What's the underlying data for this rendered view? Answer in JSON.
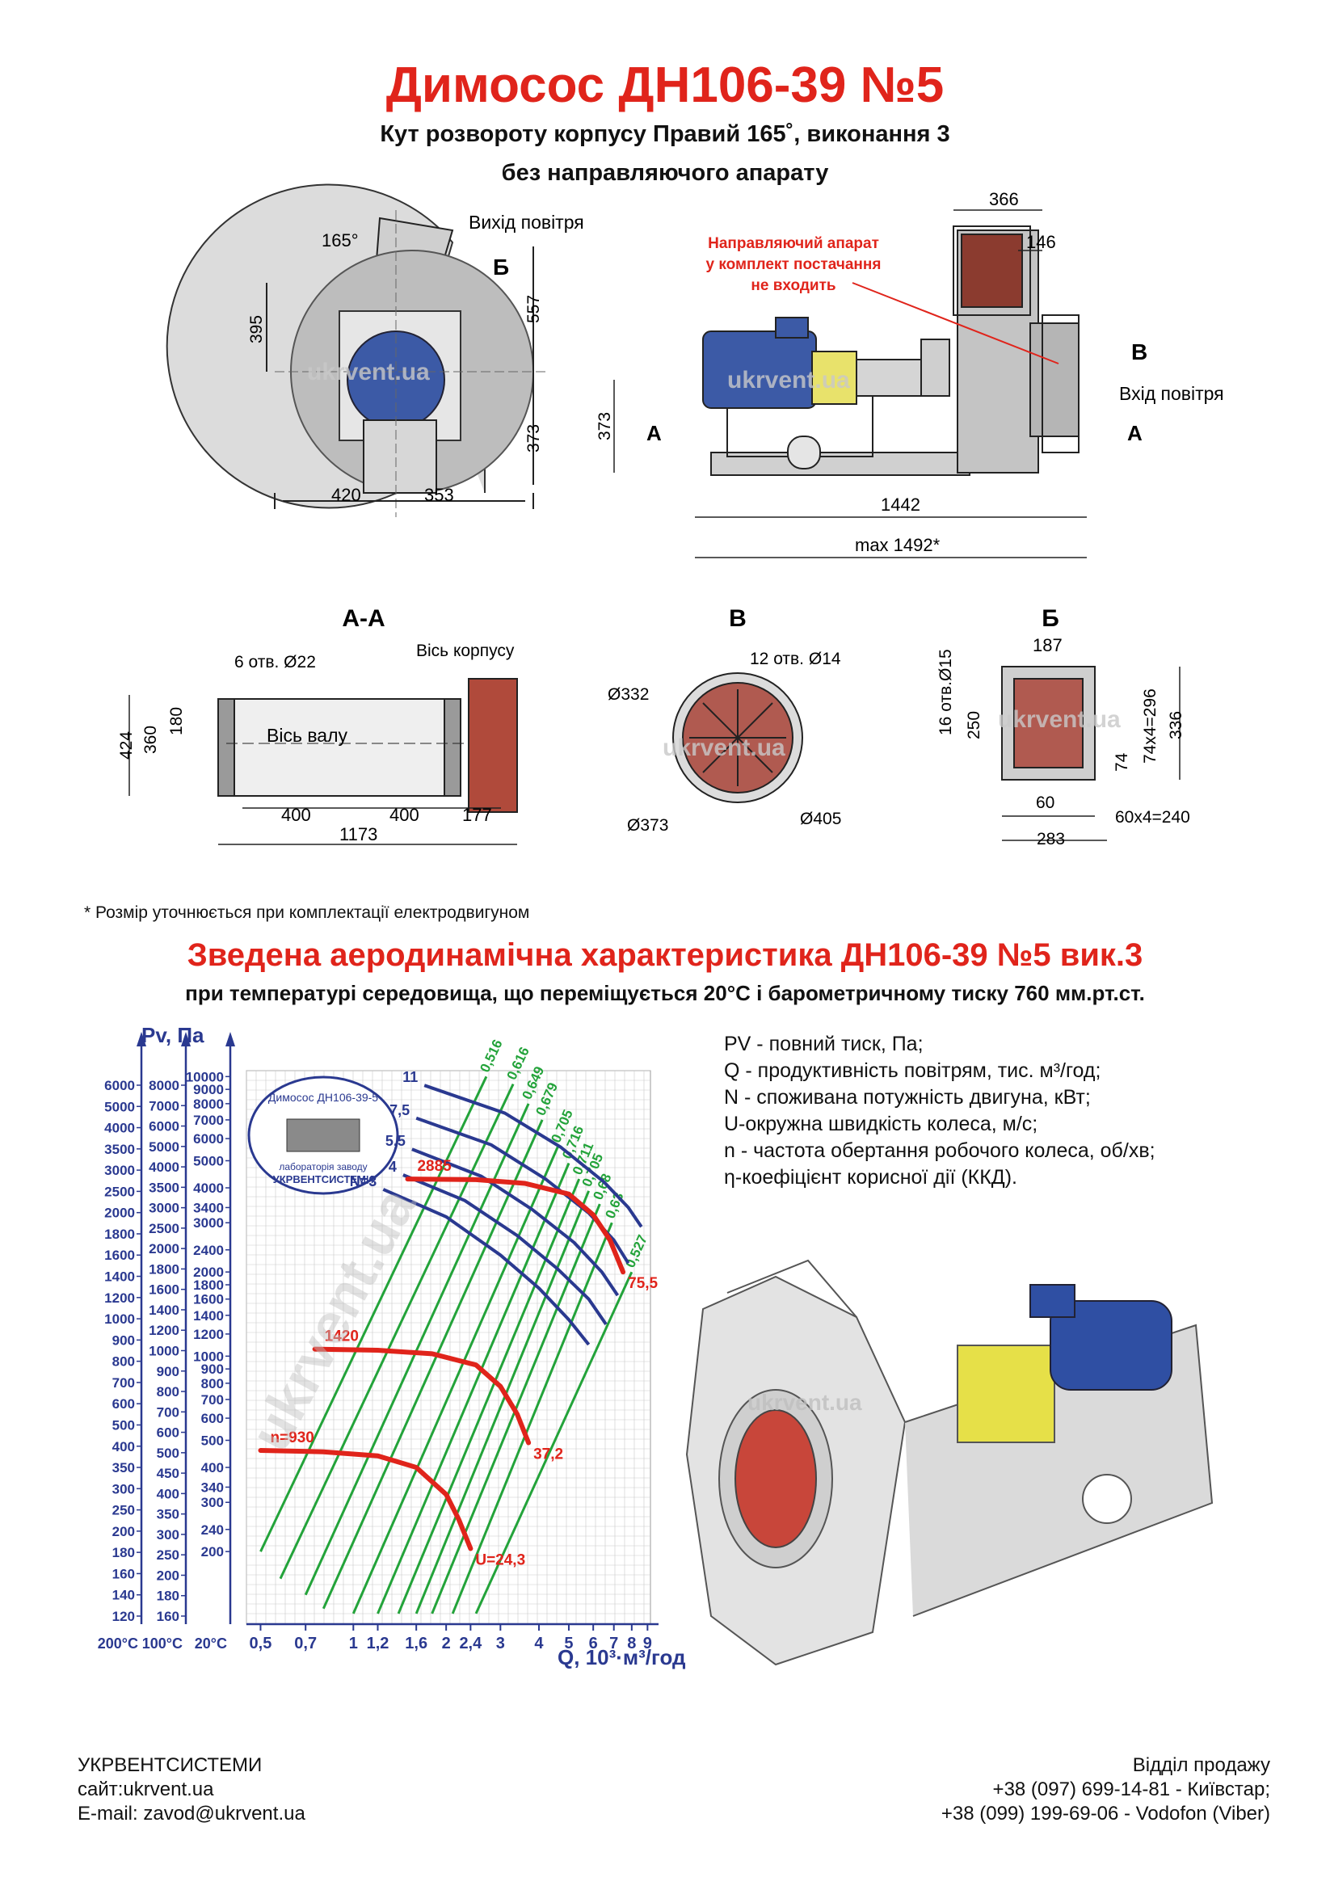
{
  "header": {
    "title": "Димосос  ДН106-39 №5",
    "subtitle_line1": "Кут розвороту корпусу Правий 165˚, виконання 3",
    "subtitle_line2": "без направляючого апарату"
  },
  "drawing_top": {
    "angle_label": "165°",
    "air_outlet_label": "Вихід повітря",
    "section_b_mark": "Б",
    "dim_395": "395",
    "dim_557": "557",
    "dim_373_left": "373",
    "dim_420": "420",
    "dim_353": "353",
    "watermark": "ukrvent.ua",
    "guide_note_line1": "Направляючий апарат",
    "guide_note_line2": "у комплект постачання",
    "guide_note_line3": "не входить",
    "dim_366": "366",
    "dim_146": "146",
    "section_v_mark": "В",
    "air_inlet_label": "Вхід повітря",
    "section_a_mark": "А",
    "dim_373_side": "373",
    "dim_1442": "1442",
    "dim_max": "max 1492*"
  },
  "sections": {
    "aa_title": "А-А",
    "holes_22": "6 отв. Ø22",
    "body_axis": "Вісь корпусу",
    "shaft_axis": "Вісь валу",
    "dim_424": "424",
    "dim_360": "360",
    "dim_180": "180",
    "dim_400a": "400",
    "dim_400b": "400",
    "dim_177": "177",
    "dim_1173": "1173",
    "v_title": "В",
    "holes_14": "12 отв. Ø14",
    "d332": "Ø332",
    "d373": "Ø373",
    "d405": "Ø405",
    "b_title": "Б",
    "holes_15": "16 отв.Ø15",
    "dim_187": "187",
    "dim_250": "250",
    "dim_74x4": "74x4=296",
    "dim_336": "336",
    "dim_74": "74",
    "dim_60": "60",
    "dim_60x4": "60x4=240",
    "dim_283": "283"
  },
  "footnote": "* Розмір уточнюється при комплектації електродвигуном",
  "characteristic": {
    "title": "Зведена аеродинамічна характеристика ДН106-39 №5 вик.3",
    "subtitle": "при температурі середовища, що переміщується 20°С і барометричному тиску 760 мм.рт.ст.",
    "logo_line1": "Димосос ДН106-39-5",
    "logo_line2": "лабораторія заводу",
    "logo_line3": "УКРВЕНТСИСТЕМИ"
  },
  "legend": [
    "PV - повний тиск, Па;",
    "Q - продуктивність повітрям, тис. м³/год;",
    "N - споживана потужність двигуна, кВт;",
    "U-окружна швидкість колеса, м/с;",
    "n - частота обертання робочого колеса, об/хв;",
    "η-коефіцієнт корисної дії (ККД)."
  ],
  "chart_data": {
    "type": "line",
    "title": "",
    "xlabel": "Q, 10³·м³/год",
    "ylabel": "Pv, Па",
    "x_scale": "log",
    "y_scale": "log",
    "xlim": [
      0.45,
      9.2
    ],
    "ylim": [
      110,
      10500
    ],
    "x_ticks": [
      "0,5",
      "0,7",
      "1",
      "1,2",
      "1,6",
      "2",
      "2,4",
      "3",
      "4",
      "5",
      "6",
      "7",
      "8",
      "9"
    ],
    "x_tick_values": [
      0.5,
      0.7,
      1,
      1.2,
      1.6,
      2,
      2.4,
      3,
      4,
      5,
      6,
      7,
      8,
      9
    ],
    "y_axis_20_label": "20°C",
    "y_axis_100_label": "100°C",
    "y_axis_200_label": "200°C",
    "y_ticks_20": [
      10000,
      9000,
      8000,
      7000,
      6000,
      5000,
      4000,
      3400,
      3000,
      2400,
      2000,
      1800,
      1600,
      1400,
      1200,
      1000,
      900,
      800,
      700,
      600,
      500,
      400,
      340,
      300,
      240,
      200
    ],
    "y_ticks_100": [
      "8000",
      "7000",
      "6000",
      "5000",
      "4000",
      "3500",
      "3000",
      "2500",
      "2000",
      "1800",
      "1600",
      "1400",
      "1200",
      "1000",
      "900",
      "800",
      "700",
      "600",
      "500",
      "450",
      "400",
      "350",
      "300",
      "250",
      "200",
      "180",
      "160"
    ],
    "y_ticks_200": [
      "6000",
      "5000",
      "4000",
      "3500",
      "3000",
      "2500",
      "2000",
      "1800",
      "1600",
      "1400",
      "1200",
      "1000",
      "900",
      "800",
      "700",
      "600",
      "500",
      "400",
      "350",
      "300",
      "250",
      "200",
      "180",
      "160",
      "140",
      "120"
    ],
    "speed_curves": [
      {
        "name": "n=930",
        "end_label": "U=24,3",
        "x": [
          0.5,
          0.8,
          1.2,
          1.6,
          2.0,
          2.2,
          2.4
        ],
        "y": [
          460,
          455,
          440,
          400,
          320,
          260,
          205
        ]
      },
      {
        "name": "1420",
        "end_label": "37,2",
        "x": [
          0.75,
          1.2,
          1.8,
          2.5,
          3.0,
          3.4,
          3.7
        ],
        "y": [
          1060,
          1050,
          1020,
          930,
          780,
          620,
          490
        ]
      },
      {
        "name": "2885",
        "end_label": "75,5",
        "x": [
          1.5,
          2.5,
          3.6,
          5.0,
          6.0,
          6.8,
          7.5
        ],
        "y": [
          4300,
          4280,
          4150,
          3800,
          3200,
          2600,
          2000
        ]
      }
    ],
    "power_curves": [
      {
        "name": "N=3",
        "x": [
          1.25,
          2.0,
          3.0,
          4.0,
          5.0,
          5.8
        ],
        "y": [
          3950,
          3150,
          2300,
          1750,
          1350,
          1100
        ]
      },
      {
        "name": "4",
        "x": [
          1.45,
          2.3,
          3.4,
          4.6,
          5.8,
          6.6
        ],
        "y": [
          4450,
          3600,
          2700,
          2050,
          1600,
          1300
        ]
      },
      {
        "name": "5,5",
        "x": [
          1.55,
          2.6,
          3.8,
          5.2,
          6.4,
          7.2
        ],
        "y": [
          5500,
          4400,
          3350,
          2550,
          2000,
          1650
        ]
      },
      {
        "name": "7,5",
        "x": [
          1.6,
          2.8,
          4.2,
          5.8,
          7.0,
          7.8
        ],
        "y": [
          7100,
          5700,
          4300,
          3250,
          2600,
          2150
        ]
      },
      {
        "name": "11",
        "x": [
          1.7,
          3.1,
          4.7,
          6.5,
          7.8,
          8.6
        ],
        "y": [
          9300,
          7400,
          5600,
          4200,
          3400,
          2900
        ]
      }
    ],
    "efficiency_rays": [
      {
        "name": "0,516",
        "x": [
          0.5,
          2.7
        ],
        "y": [
          200,
          10000
        ]
      },
      {
        "name": "0,616",
        "x": [
          0.58,
          3.3
        ],
        "y": [
          160,
          9400
        ]
      },
      {
        "name": "0,649",
        "x": [
          0.7,
          3.7
        ],
        "y": [
          140,
          8000
        ]
      },
      {
        "name": "0,679",
        "x": [
          0.8,
          4.1
        ],
        "y": [
          125,
          7000
        ]
      },
      {
        "name": "0,705",
        "x": [
          1.0,
          4.6
        ],
        "y": [
          120,
          5600
        ]
      },
      {
        "name": "0,716",
        "x": [
          1.2,
          5.0
        ],
        "y": [
          120,
          4900
        ]
      },
      {
        "name": "0,711",
        "x": [
          1.4,
          5.4
        ],
        "y": [
          120,
          4300
        ]
      },
      {
        "name": "0,705",
        "x": [
          1.6,
          5.8
        ],
        "y": [
          120,
          3900
        ]
      },
      {
        "name": "0,68",
        "x": [
          1.8,
          6.3
        ],
        "y": [
          120,
          3500
        ]
      },
      {
        "name": "0,63",
        "x": [
          2.1,
          6.9
        ],
        "y": [
          120,
          3000
        ]
      },
      {
        "name": "0,527",
        "x": [
          2.5,
          8.0
        ],
        "y": [
          120,
          2000
        ]
      }
    ],
    "colors": {
      "speed": "#e0241b",
      "power": "#2a3990",
      "efficiency": "#23a33a",
      "axis": "#2a3990",
      "grid": "#c9c9c9"
    }
  },
  "footer": {
    "company": "УКРВЕНТСИСТЕМИ",
    "site": "сайт:ukrvent.ua",
    "email": "E-mail: zavod@ukrvent.ua",
    "sales_dept": "Відділ продажу",
    "phone1": "+38 (097) 699-14-81 - Київстар;",
    "phone2": "+38 (099) 199-69-06 - Vodofon (Viber)"
  }
}
